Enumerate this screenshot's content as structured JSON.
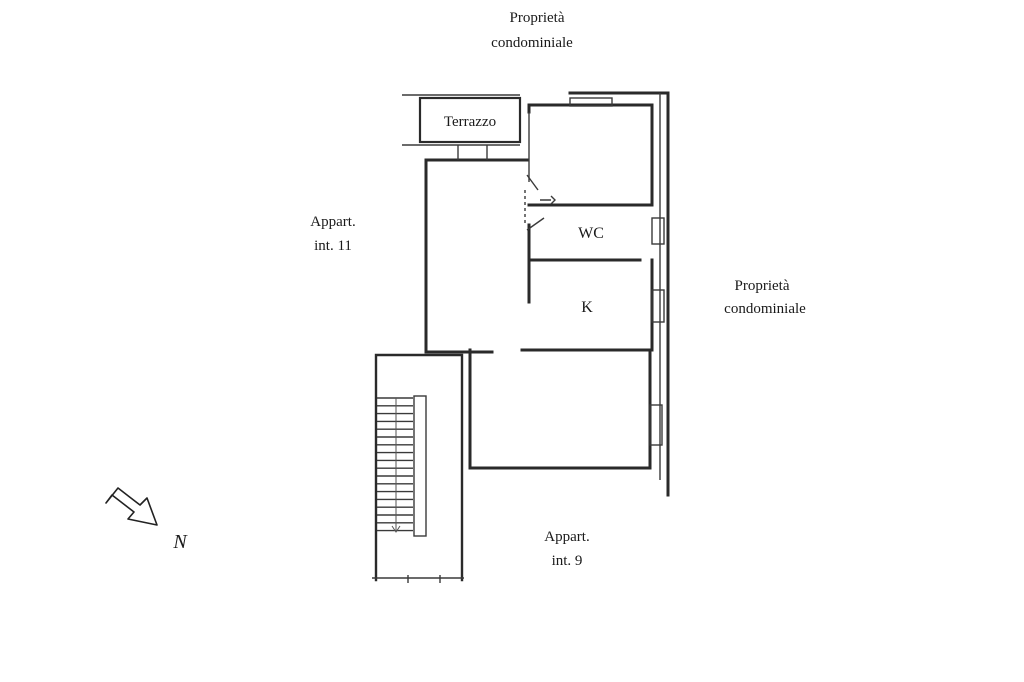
{
  "labels": {
    "top_area": [
      "Proprietà",
      "condominiale"
    ],
    "right_area": [
      "Proprietà",
      "condominiale"
    ],
    "left_apartment": [
      "Appart.",
      "int. 11"
    ],
    "bottom_apartment": [
      "Appart.",
      "int. 9"
    ],
    "terrace": "Terrazzo",
    "wc": "WC",
    "kitchen": "K",
    "north": "N"
  },
  "icons": {
    "compass": "north-arrow-icon"
  },
  "colors": {
    "ink": "#1a1a1a",
    "paper": "#ffffff"
  }
}
